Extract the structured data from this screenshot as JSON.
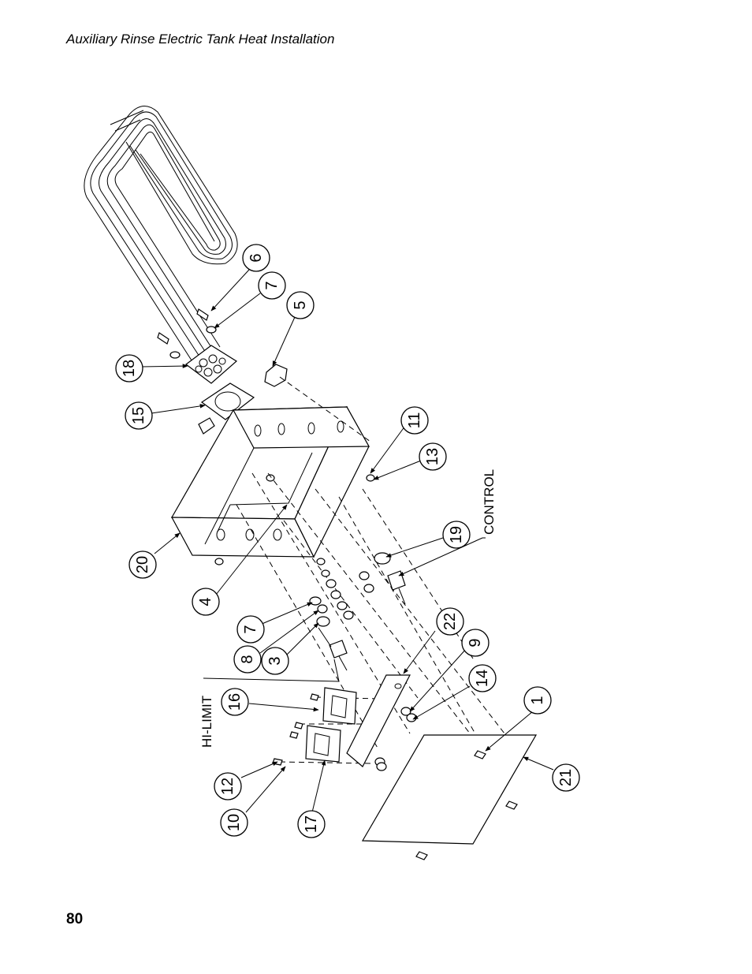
{
  "header": {
    "title": "Auxiliary Rinse Electric Tank Heat Installation"
  },
  "footer": {
    "page_number": "80"
  },
  "diagram": {
    "callouts": [
      "6",
      "7",
      "5",
      "18",
      "15",
      "11",
      "13",
      "19",
      "20",
      "4",
      "7",
      "8",
      "3",
      "22",
      "9",
      "16",
      "14",
      "1",
      "12",
      "10",
      "17",
      "21"
    ],
    "labels": {
      "control": "CONTROL",
      "hi_limit": "HI-LIMIT"
    }
  }
}
